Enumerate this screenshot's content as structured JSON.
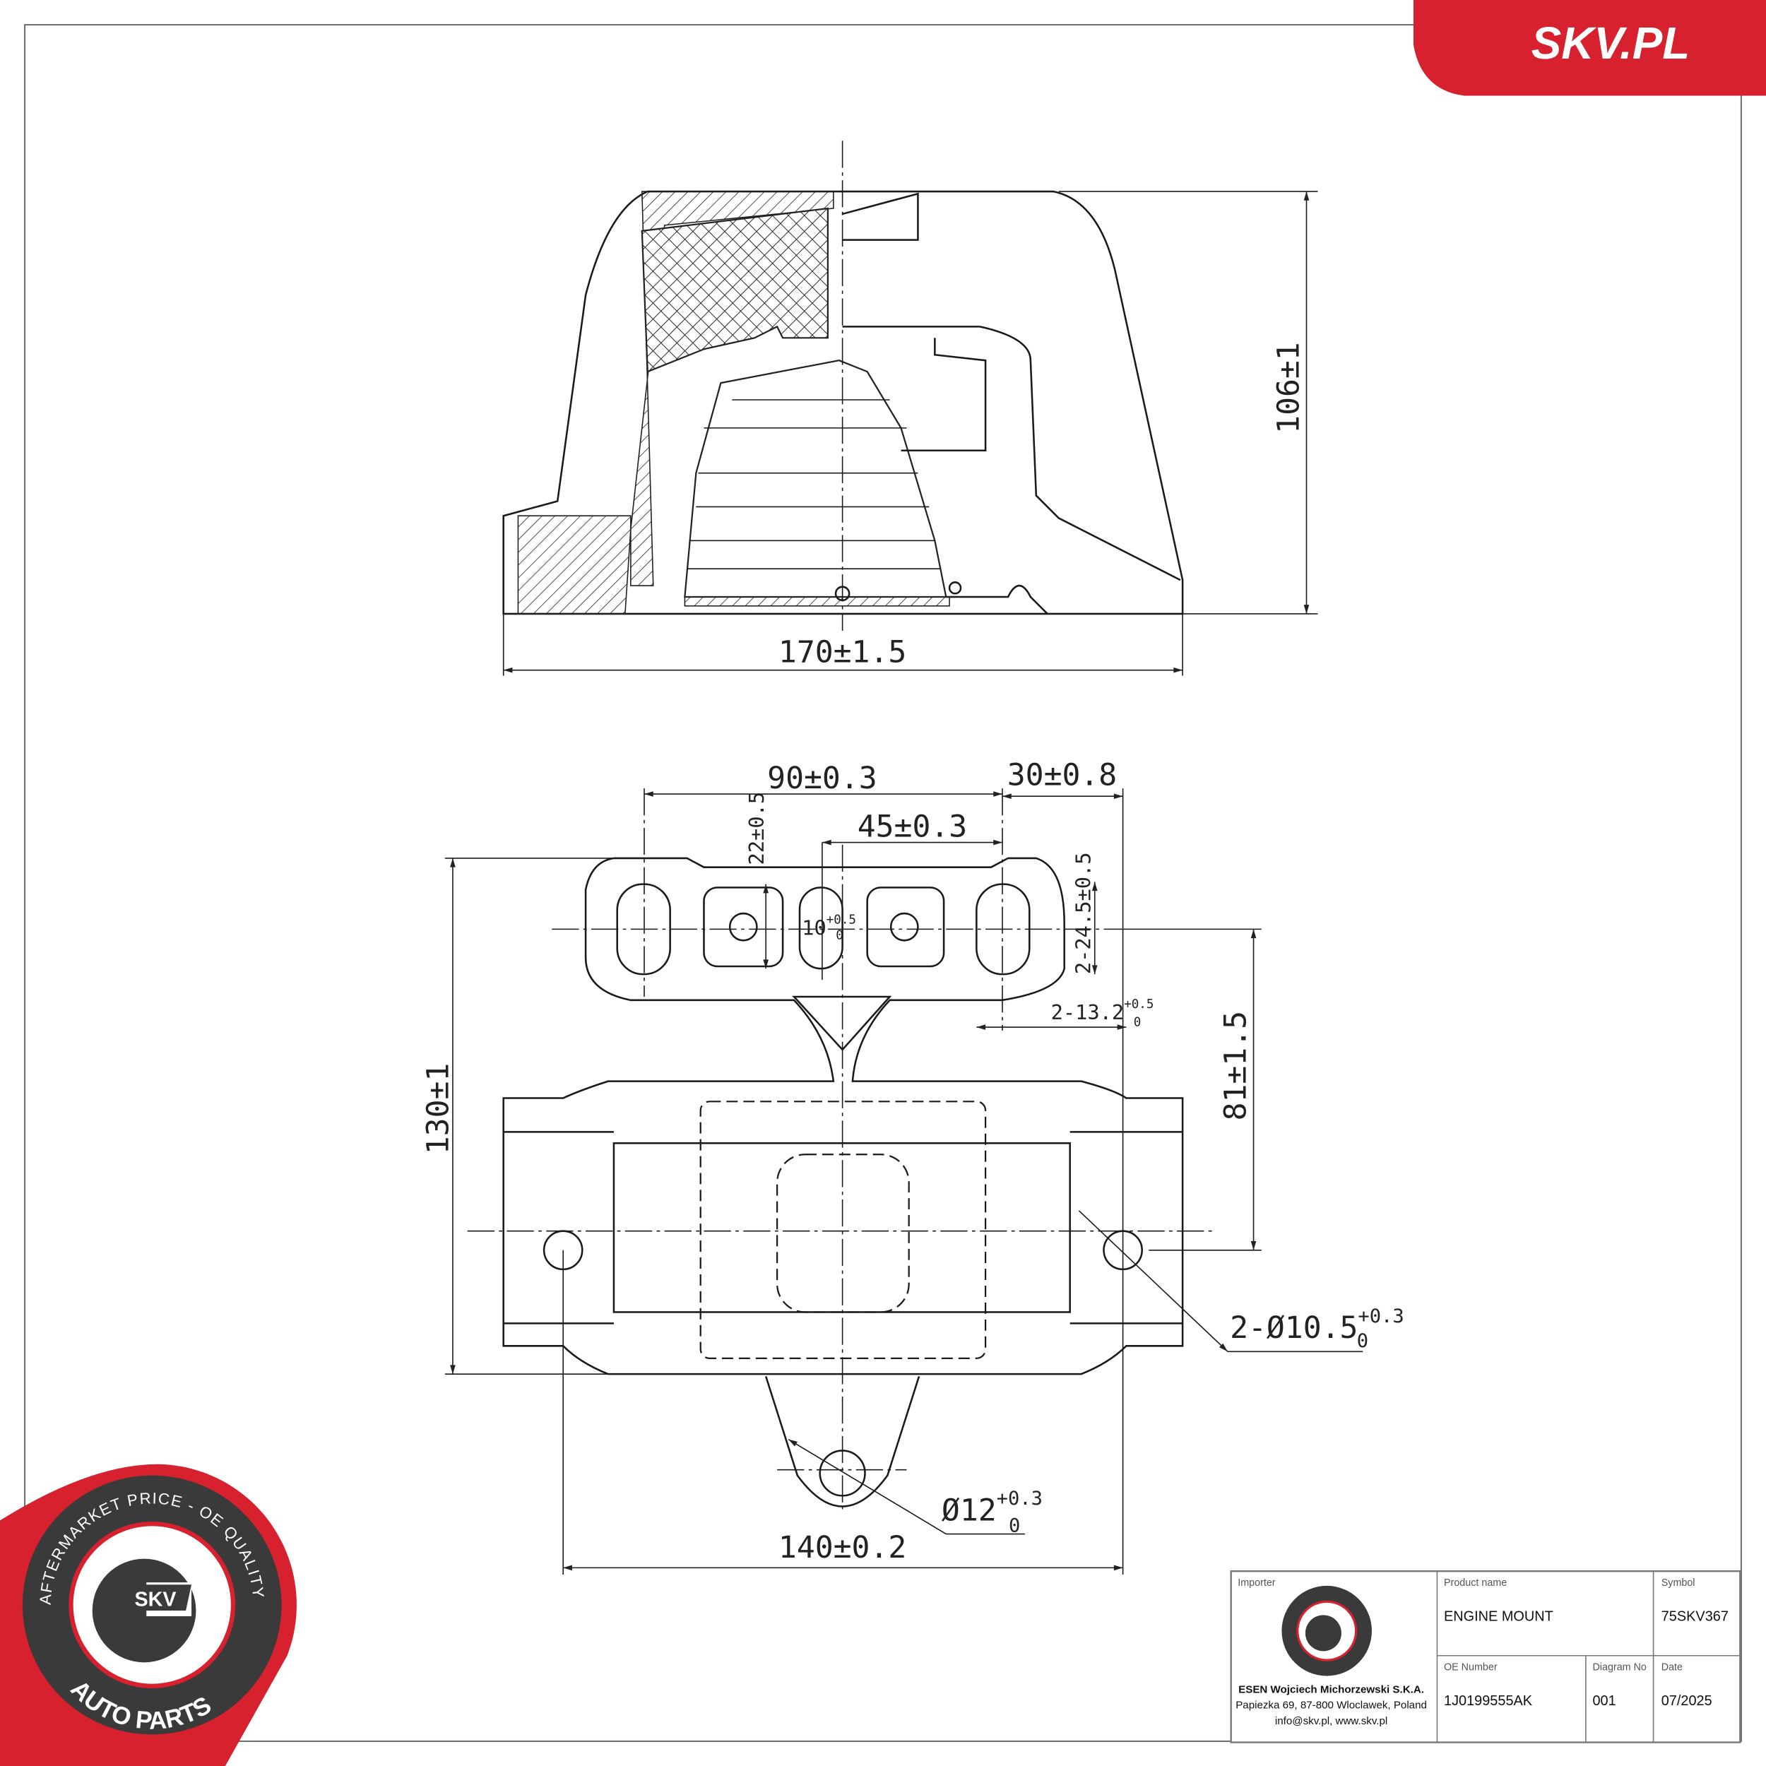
{
  "brand": {
    "logo_text": "SKV.PL",
    "accent_color": "#d7212e"
  },
  "seal": {
    "ring_text_top": "AFTERMARKET PRICE - OE QUALITY",
    "ring_text_bottom": "AUTO PARTS",
    "center_text": "SKV"
  },
  "top_view": {
    "height_dim": "106±1",
    "width_dim": "170±1.5"
  },
  "bottom_view": {
    "dim_90": "90±0.3",
    "dim_30": "30±0.8",
    "dim_45": "45±0.3",
    "dim_22": "22±0.5",
    "dim_10": {
      "base": "10",
      "upper": "+0.5",
      "lower": "0"
    },
    "dim_24_5": "2-24.5±0.5",
    "dim_13_2": {
      "base": "2-13.2",
      "upper": "+0.5",
      "lower": "0"
    },
    "dim_81": "81±1.5",
    "dim_130": "130±1",
    "dim_140": "140±0.2",
    "hole_10_5": {
      "base": "2-Ø10.5",
      "upper": "+0.3",
      "lower": "0"
    },
    "hole_12": {
      "base": "Ø12",
      "upper": "+0.3",
      "lower": "0"
    }
  },
  "title_block": {
    "importer_label": "Importer",
    "importer_name": "ESEN Wojciech Michorzewski S.K.A.",
    "importer_address": "Papiezka 69, 87-800 Wloclawek, Poland",
    "importer_contact": "info@skv.pl, www.skv.pl",
    "product_name_label": "Product name",
    "product_name": "ENGINE MOUNT",
    "symbol_label": "Symbol",
    "symbol": "75SKV367",
    "oe_number_label": "OE Number",
    "oe_number": "1J0199555AK",
    "diagram_no_label": "Diagram No",
    "diagram_no": "001",
    "date_label": "Date",
    "date": "07/2025"
  }
}
